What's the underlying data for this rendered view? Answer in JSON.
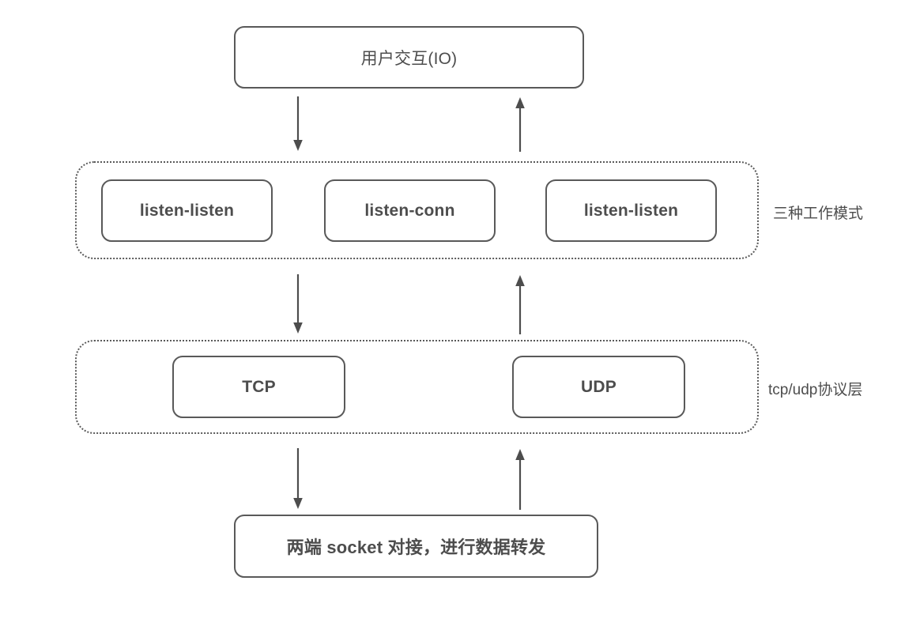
{
  "diagram": {
    "title_box": {
      "label": "用户交互(IO)"
    },
    "mode_layer": {
      "side_label": "三种工作模式",
      "boxes": [
        {
          "label": "listen-listen"
        },
        {
          "label": "listen-conn"
        },
        {
          "label": "listen-listen"
        }
      ]
    },
    "protocol_layer": {
      "side_label": "tcp/udp协议层",
      "boxes": [
        {
          "label": "TCP"
        },
        {
          "label": "UDP"
        }
      ]
    },
    "socket_box": {
      "label": "两端 socket 对接，进行数据转发"
    },
    "connectors": [
      {
        "name": "io-to-modes",
        "direction": "down"
      },
      {
        "name": "modes-to-io",
        "direction": "up"
      },
      {
        "name": "modes-to-protocol",
        "direction": "down"
      },
      {
        "name": "protocol-to-modes",
        "direction": "up"
      },
      {
        "name": "protocol-to-socket",
        "direction": "down"
      },
      {
        "name": "socket-to-protocol",
        "direction": "up"
      }
    ],
    "colors": {
      "stroke": "#595959",
      "text": "#4d4d4d",
      "background": "#ffffff",
      "dotted_stroke": "#5a5a5a"
    }
  }
}
